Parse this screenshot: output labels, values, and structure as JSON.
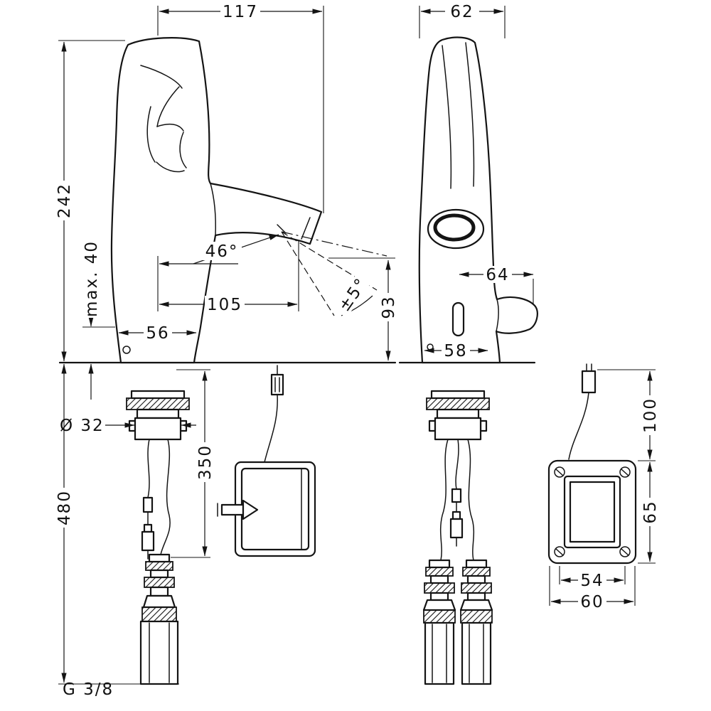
{
  "drawing": {
    "background": "#ffffff",
    "line_color": "#141414",
    "labels": {
      "d117": "117",
      "d62": "62",
      "d242": "242",
      "dmax40": "max. 40",
      "d46": "46°",
      "dpm5": "±5°",
      "d105": "105",
      "d93": "93",
      "d64": "64",
      "d56": "56",
      "d58": "58",
      "d32": "Ø 32",
      "d350": "350",
      "d480": "480",
      "d100": "100",
      "d65": "65",
      "d54": "54",
      "d60": "60",
      "thread": "G 3/8"
    }
  }
}
